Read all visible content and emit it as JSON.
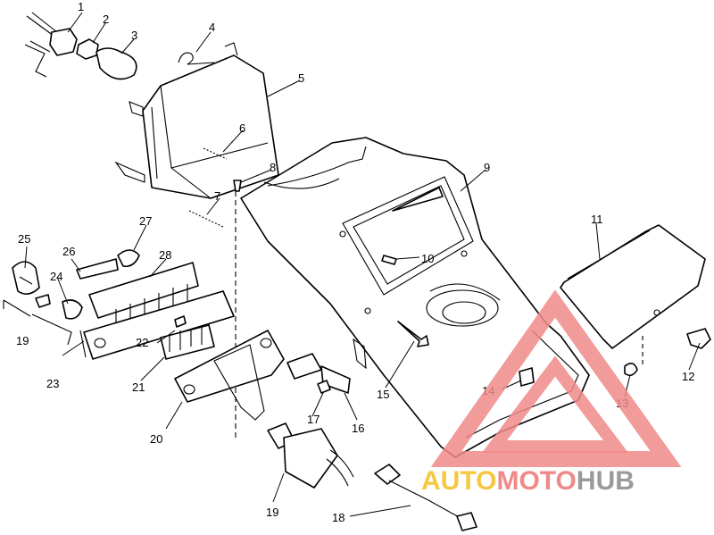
{
  "diagram": {
    "callouts": [
      {
        "id": "c1",
        "label": "1"
      },
      {
        "id": "c2",
        "label": "2"
      },
      {
        "id": "c3",
        "label": "3"
      },
      {
        "id": "c4",
        "label": "4"
      },
      {
        "id": "c5",
        "label": "5"
      },
      {
        "id": "c6",
        "label": "6"
      },
      {
        "id": "c7",
        "label": "7"
      },
      {
        "id": "c8",
        "label": "8"
      },
      {
        "id": "c9",
        "label": "9"
      },
      {
        "id": "c10",
        "label": "10"
      },
      {
        "id": "c11",
        "label": "11"
      },
      {
        "id": "c12",
        "label": "12"
      },
      {
        "id": "c13",
        "label": "13"
      },
      {
        "id": "c14",
        "label": "14"
      },
      {
        "id": "c15",
        "label": "15"
      },
      {
        "id": "c16",
        "label": "16"
      },
      {
        "id": "c17",
        "label": "17"
      },
      {
        "id": "c18",
        "label": "18"
      },
      {
        "id": "c19a",
        "label": "19"
      },
      {
        "id": "c19b",
        "label": "19"
      },
      {
        "id": "c20",
        "label": "20"
      },
      {
        "id": "c21",
        "label": "21"
      },
      {
        "id": "c22",
        "label": "22"
      },
      {
        "id": "c23",
        "label": "23"
      },
      {
        "id": "c24",
        "label": "24"
      },
      {
        "id": "c25",
        "label": "25"
      },
      {
        "id": "c26",
        "label": "26"
      },
      {
        "id": "c27",
        "label": "27"
      },
      {
        "id": "c28",
        "label": "28"
      }
    ]
  },
  "watermark": {
    "part_auto": "AUTO",
    "part_moto": "MOTO",
    "part_hub": "HUB",
    "colors": {
      "auto": "#f5c842",
      "moto": "#f08a8a",
      "hub": "#9a9a9a",
      "triangle": "#f08a8a"
    }
  }
}
